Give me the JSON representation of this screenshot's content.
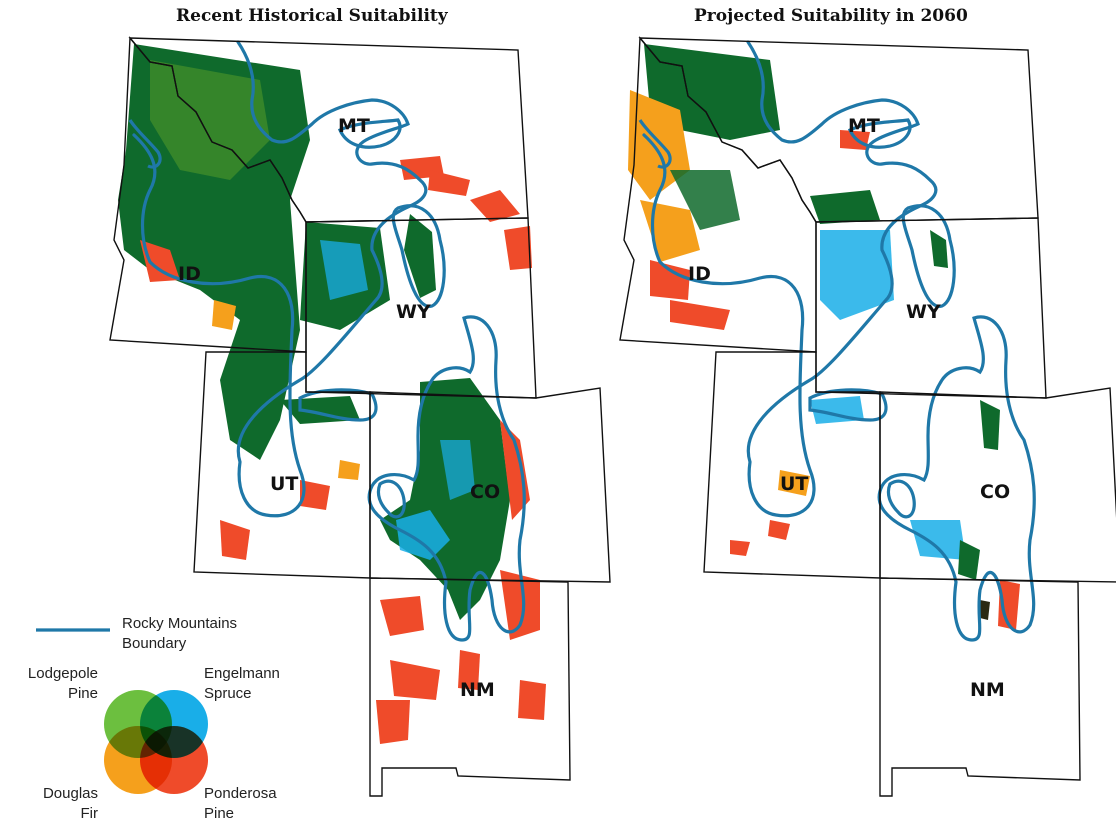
{
  "titles": {
    "left": "Recent Historical Suitability",
    "right": "Projected Suitability in 2060"
  },
  "maps": [
    {
      "id": "historical",
      "state_labels": [
        "ID",
        "MT",
        "WY",
        "UT",
        "CO",
        "NM"
      ]
    },
    {
      "id": "projected-2060",
      "state_labels": [
        "ID",
        "MT",
        "WY",
        "UT",
        "CO",
        "NM"
      ]
    }
  ],
  "legend": {
    "boundary_line1": "Rocky Mountains",
    "boundary_line2": "Boundary",
    "boundary_color": "#1f78a8",
    "species": [
      {
        "key": "lodgepole",
        "line1": "Lodgepole",
        "line2": "Pine",
        "color": "#6cbf3f"
      },
      {
        "key": "engelmann",
        "line1": "Engelmann",
        "line2": "Spruce",
        "color": "#19aee8"
      },
      {
        "key": "douglas",
        "line1": "Douglas",
        "line2": "Fir",
        "color": "#f5a01c"
      },
      {
        "key": "ponderosa",
        "line1": "Ponderosa",
        "line2": "Pine",
        "color": "#ef4b2a"
      }
    ]
  },
  "colors": {
    "state_outline": "#111111",
    "lodgepole_dark": "#0f6a2c",
    "overlap_dark": "#2b2a12"
  }
}
